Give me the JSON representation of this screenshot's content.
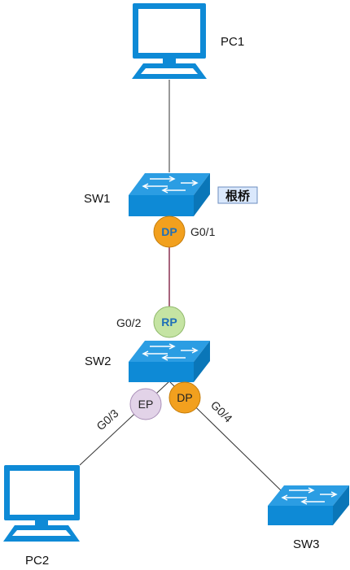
{
  "devices": {
    "pc1": "PC1",
    "pc2": "PC2",
    "sw1": "SW1",
    "sw2": "SW2",
    "sw3": "SW3"
  },
  "root_tag": "根桥",
  "ports": {
    "sw1_down": {
      "name": "G0/1",
      "role": "DP"
    },
    "sw2_up": {
      "name": "G0/2",
      "role": "RP"
    },
    "sw2_left": {
      "name": "G0/3",
      "role": "EP"
    },
    "sw2_right": {
      "name": "G0/4",
      "role": "DP"
    }
  },
  "colors": {
    "device_blue": "#0e8ad6",
    "device_top": "#2b9de3",
    "dp_fill": "#f2a01e",
    "rp_fill": "#c5e4a3",
    "ep_fill": "#e2d3e8",
    "root_tag_bg": "#dae8fc",
    "root_tag_border": "#6c8ebf",
    "link_red": "#7a1036"
  }
}
